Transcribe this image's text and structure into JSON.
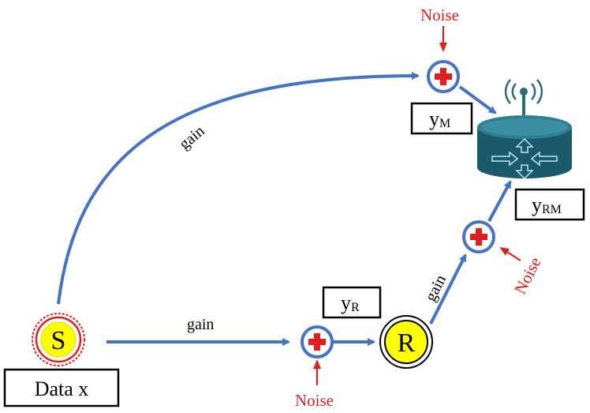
{
  "colors": {
    "link": "#4472c4",
    "noise": "#e02020",
    "node_fill": "#ffff00",
    "source_ring": "#e02020",
    "receiver_body": "#1c5a6b",
    "receiver_rim": "#2f7f92",
    "antenna": "#2a6b79"
  },
  "source": {
    "letter": "S",
    "caption": "Data x"
  },
  "relay": {
    "letter": "R"
  },
  "edges": {
    "source_to_main": "gain",
    "source_to_relay": "gain",
    "relay_to_main": "gain"
  },
  "noise": {
    "main": "Noise",
    "relay": "Noise",
    "relay_main": "Noise"
  },
  "outputs": {
    "y_m": {
      "base": "y",
      "sub": "M"
    },
    "y_r": {
      "base": "y",
      "sub": "R"
    },
    "y_rm": {
      "base": "y",
      "sub": "RM"
    }
  },
  "icons": {
    "adder": "plus-icon",
    "receiver": "router-icon",
    "antenna": "antenna-icon"
  }
}
